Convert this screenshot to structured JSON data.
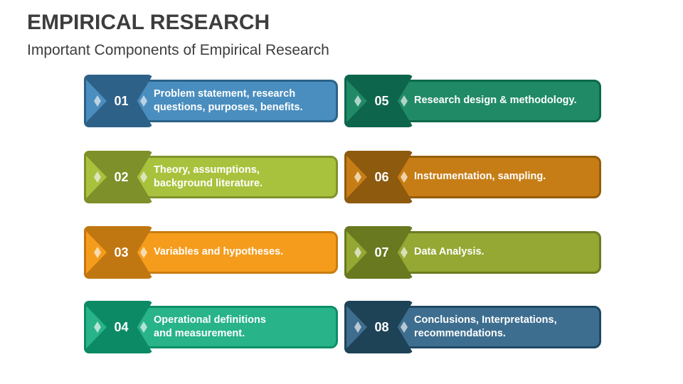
{
  "slide": {
    "title": "EMPIRICAL RESEARCH",
    "subtitle": "Important Components of Empirical Research",
    "background_color": "#ffffff",
    "heading_color": "#3d3d3d",
    "item_text_color": "#ffffff"
  },
  "items": [
    {
      "number": "01",
      "text": "Problem statement, research\nquestions, purposes, benefits.",
      "fill": "#4a8ebf",
      "edge": "#2b6288",
      "badge": "#2e6187",
      "diamond": "#bdd2e2"
    },
    {
      "number": "02",
      "text": "Theory, assumptions,\nbackground literature.",
      "fill": "#a9c23d",
      "edge": "#7f932b",
      "badge": "#7d9029",
      "diamond": "#dde4bd"
    },
    {
      "number": "03",
      "text": "Variables and hypotheses.",
      "fill": "#f59c1c",
      "edge": "#c97d10",
      "badge": "#c17711",
      "diamond": "#f6dcb0"
    },
    {
      "number": "04",
      "text": "Operational definitions\nand measurement.",
      "fill": "#28b389",
      "edge": "#0d8f68",
      "badge": "#0c8a66",
      "diamond": "#b4e2d3"
    },
    {
      "number": "05",
      "text": "Research design & methodology.",
      "fill": "#208a67",
      "edge": "#0a6a4b",
      "badge": "#0d654b",
      "diamond": "#b2d4c8"
    },
    {
      "number": "06",
      "text": "Instrumentation, sampling.",
      "fill": "#c77d16",
      "edge": "#955d0c",
      "badge": "#8e5a0e",
      "diamond": "#eed3a9"
    },
    {
      "number": "07",
      "text": "Data Analysis.",
      "fill": "#94a833",
      "edge": "#6b7c22",
      "badge": "#68791f",
      "diamond": "#d8dfb9"
    },
    {
      "number": "08",
      "text": "Conclusions, Interpretations,\nrecommendations.",
      "fill": "#3e6e8f",
      "edge": "#1d4964",
      "badge": "#1e4357",
      "diamond": "#b9c9d4"
    }
  ]
}
